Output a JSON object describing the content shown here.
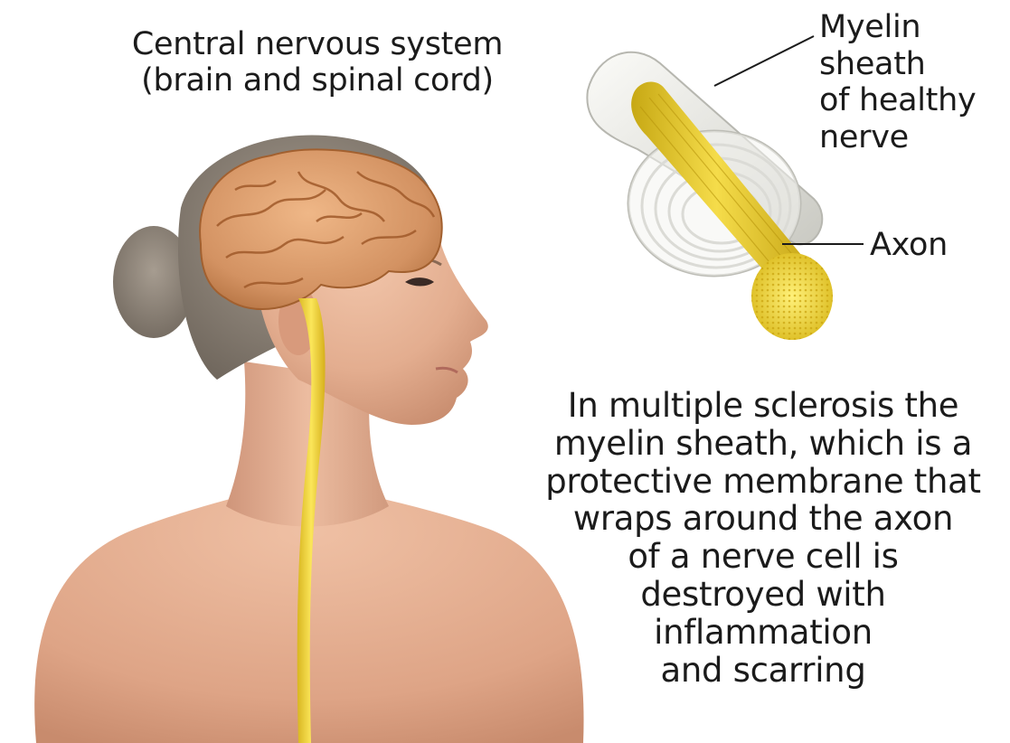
{
  "labels": {
    "cns_line1": "Central nervous system",
    "cns_line2": "(brain and spinal cord)",
    "myelin_line1": "Myelin",
    "myelin_line2": "sheath",
    "myelin_line3": "of healthy",
    "myelin_line4": "nerve",
    "axon": "Axon"
  },
  "caption": {
    "lines": [
      "In multiple sclerosis the",
      "myelin sheath, which is a",
      "protective membrane that",
      "wraps around the axon",
      "of a nerve cell is",
      "destroyed with",
      "inflammation",
      "and scarring"
    ]
  },
  "colors": {
    "background": "#ffffff",
    "skin": "#e9b79b",
    "skin_shadow": "#c98e72",
    "hair": "#8e8478",
    "brain": "#d99b6c",
    "brain_fold": "#a86236",
    "spinal_cord": "#f2d23a",
    "axon_yellow": "#e8cd2e",
    "myelin_white": "#ecece8",
    "text": "#1b1b1b"
  },
  "icons": {
    "figure": "woman-head-with-brain-and-spinal-cord-illustration",
    "nerve": "myelinated-nerve-fiber-cutaway-illustration"
  }
}
